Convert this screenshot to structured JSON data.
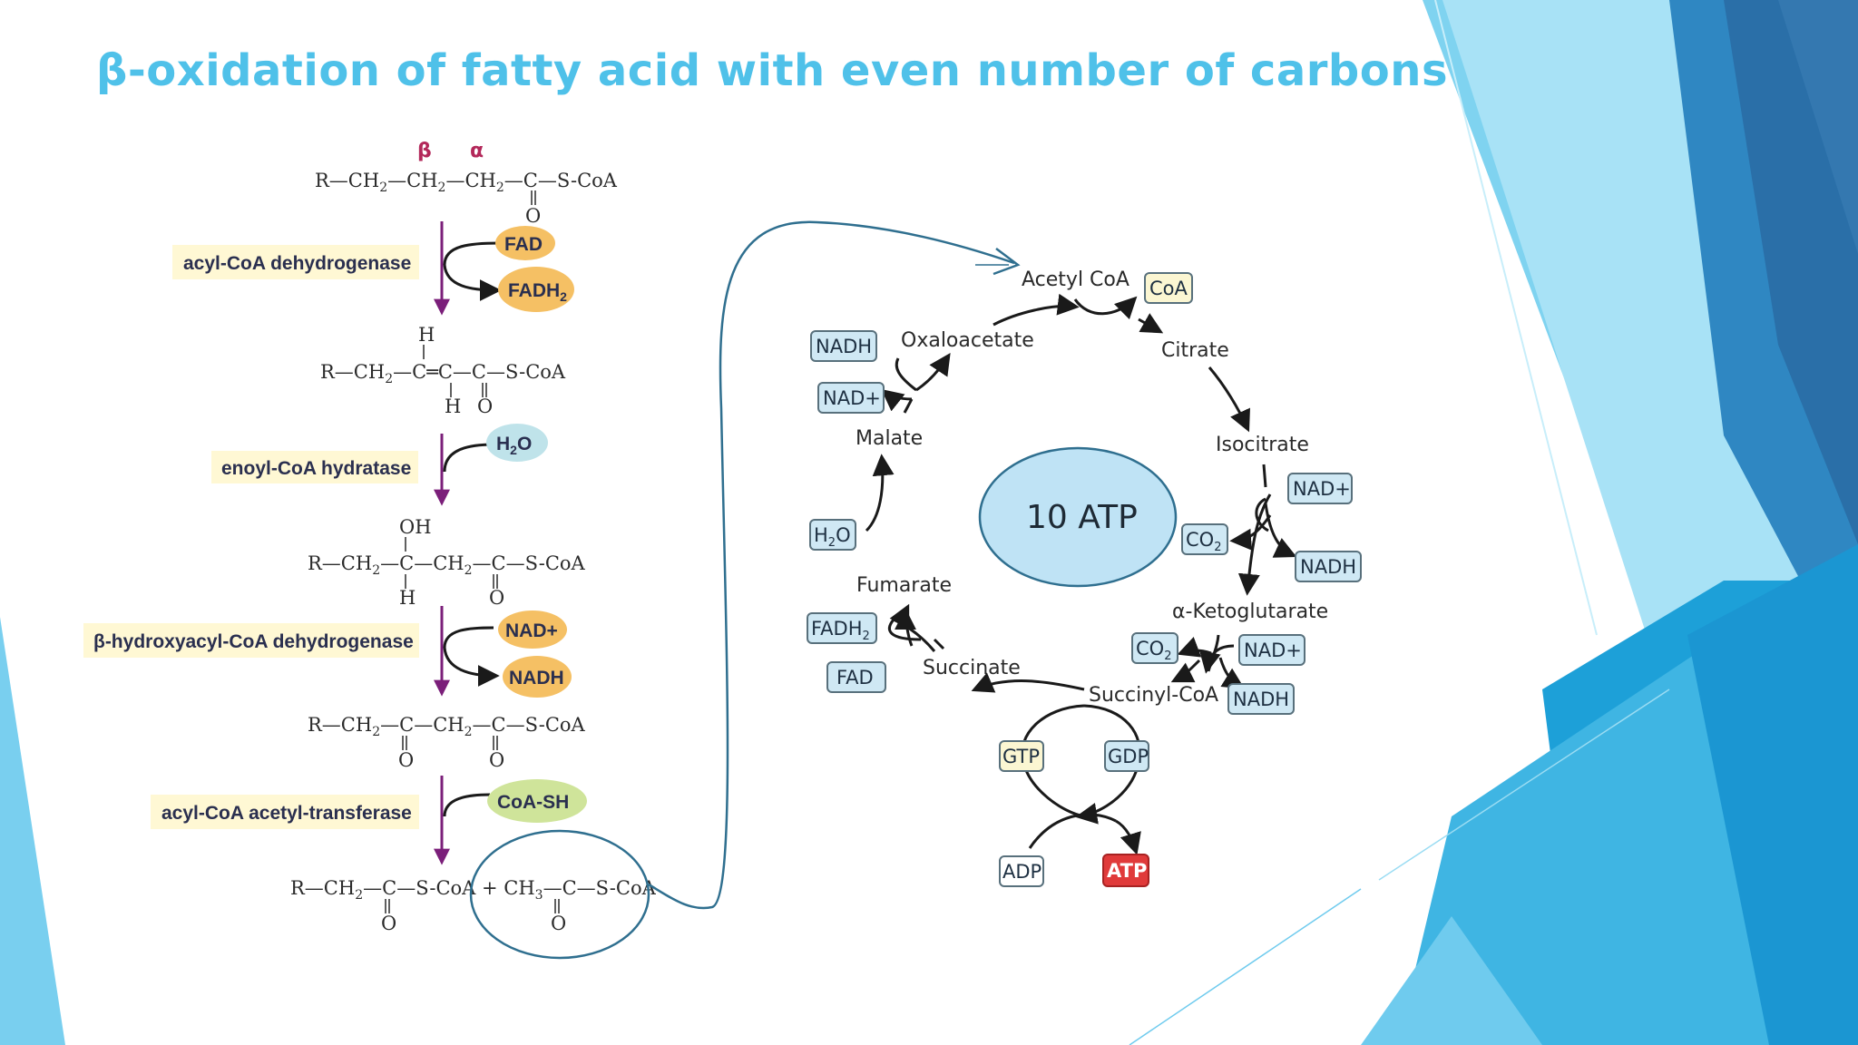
{
  "title": "β-oxidation of fatty acid with even number of carbons",
  "beta_oxidation": {
    "greek": {
      "beta": "β",
      "alpha": "α"
    },
    "steps": [
      {
        "enzyme": "acyl-CoA dehydrogenase",
        "cofactor_in": "FAD",
        "cofactor_out": "FADH",
        "cofactor_out_sub": "2"
      },
      {
        "enzyme": "enoyl-CoA hydratase",
        "cofactor_in": "H",
        "cofactor_in_sub": "2",
        "cofactor_in_tail": "O"
      },
      {
        "enzyme": "β-hydroxyacyl-CoA dehydrogenase",
        "cofactor_in": "NAD+",
        "cofactor_out": "NADH"
      },
      {
        "enzyme": "acyl-CoA acetyl-transferase",
        "cofactor_in": "CoA-SH"
      }
    ],
    "chem": {
      "s1": {
        "a": "R—CH",
        "b": "—CH",
        "c": "—CH",
        "d": "—C—S-CoA",
        "o": "O",
        "sub": "2"
      },
      "s2": {
        "a": "R—CH",
        "b": "—C═C—C—S-CoA",
        "h_top": "H",
        "h_bot": "H",
        "o": "O",
        "sub": "2"
      },
      "s3": {
        "a": "R—CH",
        "b": "—C—CH",
        "c": "—C—S-CoA",
        "oh": "OH",
        "h": "H",
        "o": "O",
        "sub": "2"
      },
      "s4": {
        "a": "R—CH",
        "b": "—C—CH",
        "c": "—C—S-CoA",
        "o1": "O",
        "o2": "O",
        "sub": "2"
      },
      "s5": {
        "a": "R—CH",
        "b": "—C—S-CoA + CH",
        "c": "—C—S-CoA",
        "o1": "O",
        "o2": "O",
        "sub2": "2",
        "sub3": "3"
      }
    }
  },
  "tca": {
    "center_label": "10 ATP",
    "metabolites": {
      "acetyl_coa": "Acetyl CoA",
      "citrate": "Citrate",
      "isocitrate": "Isocitrate",
      "alpha_kg": "α-Ketoglutarate",
      "succinyl_coa": "Succinyl-CoA",
      "succinate": "Succinate",
      "fumarate": "Fumarate",
      "malate": "Malate",
      "oxaloacetate": "Oxaloacetate"
    },
    "badges": {
      "coa": "CoA",
      "nadh1": "NADH",
      "nad1": "NAD+",
      "h2o": {
        "main": "H",
        "sub": "2",
        "tail": "O"
      },
      "fadh2": {
        "main": "FADH",
        "sub": "2"
      },
      "fad": "FAD",
      "nad2": "NAD+",
      "co2_1": {
        "main": "CO",
        "sub": "2"
      },
      "nadh2": "NADH",
      "co2_2": {
        "main": "CO",
        "sub": "2"
      },
      "nad3": "NAD+",
      "nadh3": "NADH",
      "gtp": "GTP",
      "gdp": "GDP",
      "adp": "ADP",
      "atp": "ATP"
    }
  },
  "colors": {
    "title": "#4fc1e9",
    "arrow_purple": "#7b1f7a",
    "cofactor_orange": "#f5c064",
    "cofactor_teal": "#bfe3ea",
    "cofactor_green": "#cfe49a",
    "enzyme_bg": "#fff8d4",
    "badge_blue": "#cfe8f4",
    "badge_yellow": "#fbf6d2",
    "atp_red": "#e03a3a",
    "loop_line": "#2f6f8f",
    "atp_ellipse_fill": "#bfe3f5"
  }
}
